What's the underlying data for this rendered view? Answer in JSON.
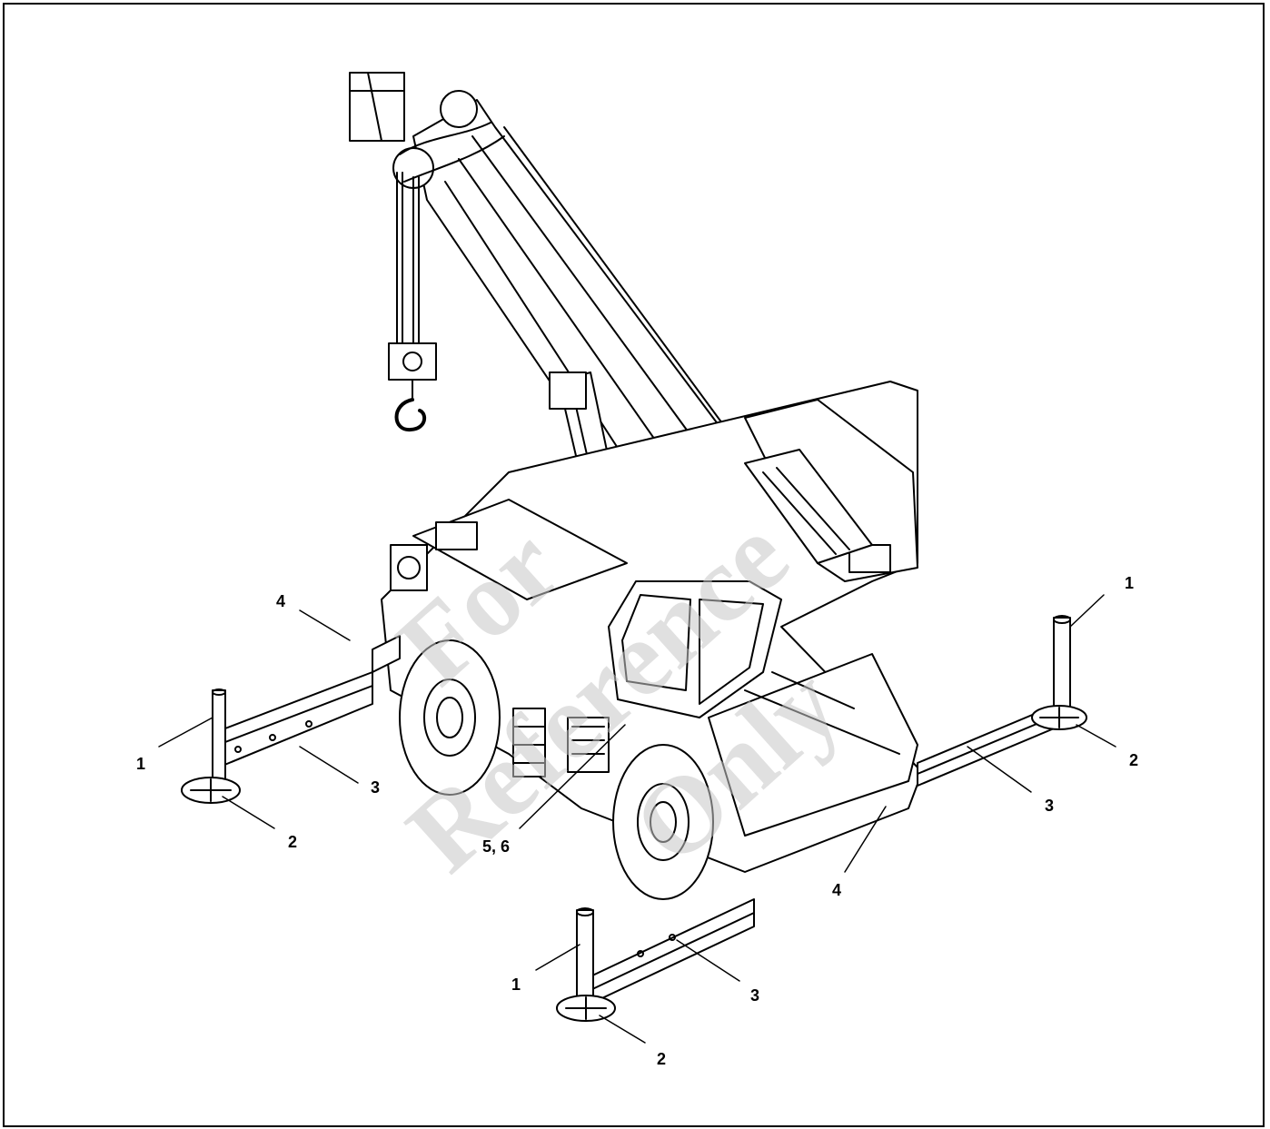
{
  "figure": {
    "subject": "rough-terrain crane with outriggers extended",
    "callouts": [
      {
        "id": "c1a",
        "label": "1"
      },
      {
        "id": "c1b",
        "label": "1"
      },
      {
        "id": "c1c",
        "label": "1"
      },
      {
        "id": "c2a",
        "label": "2"
      },
      {
        "id": "c2b",
        "label": "2"
      },
      {
        "id": "c2c",
        "label": "2"
      },
      {
        "id": "c3a",
        "label": "3"
      },
      {
        "id": "c3b",
        "label": "3"
      },
      {
        "id": "c3c",
        "label": "3"
      },
      {
        "id": "c4a",
        "label": "4"
      },
      {
        "id": "c4b",
        "label": "4"
      },
      {
        "id": "c56",
        "label": "5, 6"
      }
    ],
    "watermark": {
      "lines": [
        "For",
        "Reference",
        "Only"
      ],
      "color": "#c8c8c8"
    }
  }
}
